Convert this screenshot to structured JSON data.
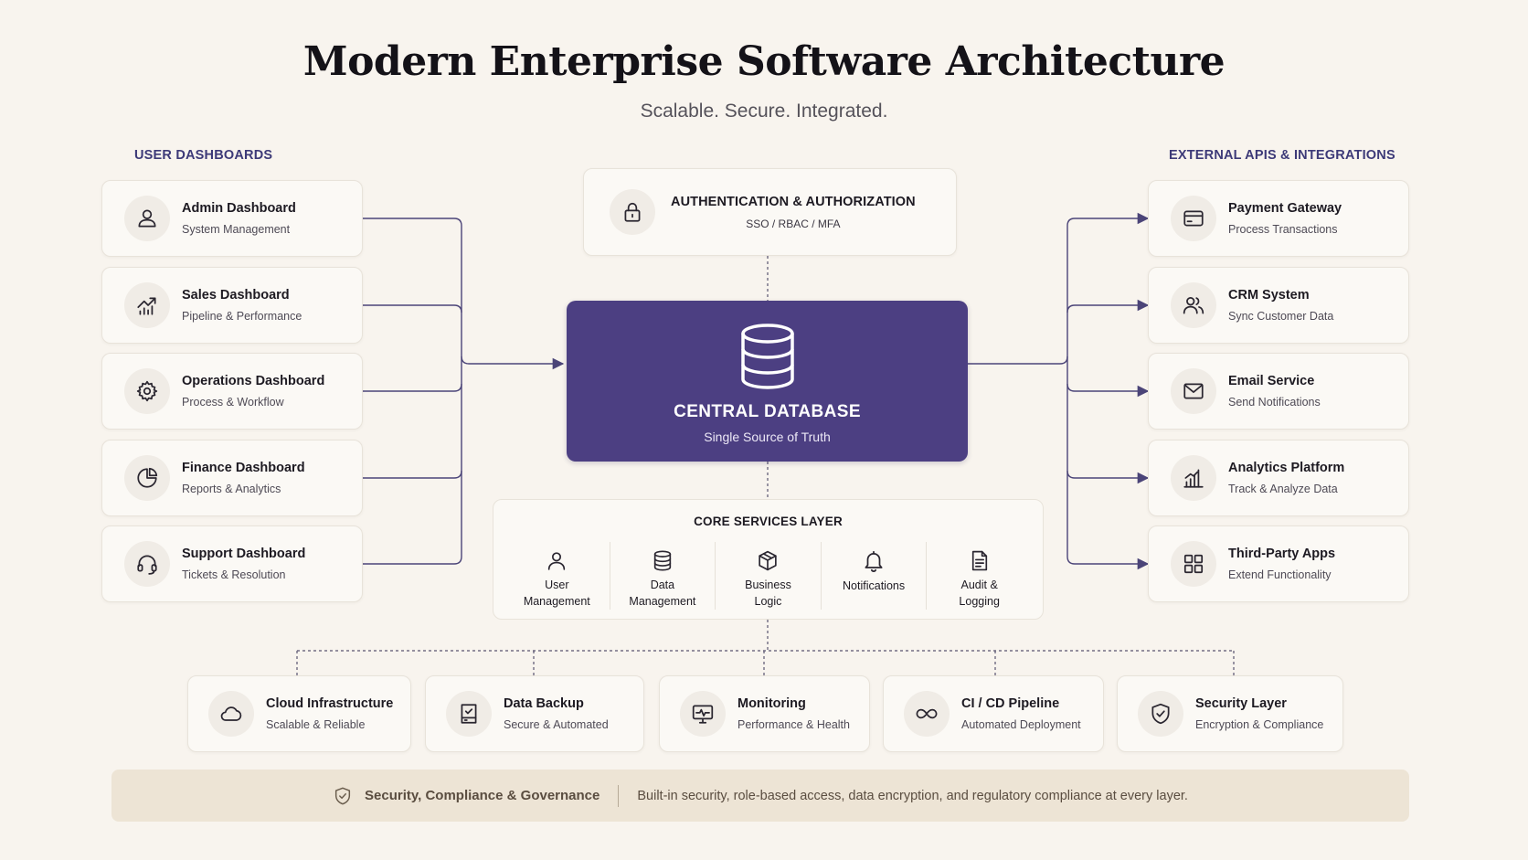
{
  "title": "Modern Enterprise Software Architecture",
  "subtitle": "Scalable. Secure. Integrated.",
  "left_section_label": "USER DASHBOARDS",
  "right_section_label": "EXTERNAL APIS & INTEGRATIONS",
  "dashboards": [
    {
      "title": "Admin Dashboard",
      "subtitle": "System Management",
      "icon": "user-icon"
    },
    {
      "title": "Sales Dashboard",
      "subtitle": "Pipeline & Performance",
      "icon": "trend-chart-icon"
    },
    {
      "title": "Operations Dashboard",
      "subtitle": "Process & Workflow",
      "icon": "gear-icon"
    },
    {
      "title": "Finance Dashboard",
      "subtitle": "Reports & Analytics",
      "icon": "pie-chart-icon"
    },
    {
      "title": "Support Dashboard",
      "subtitle": "Tickets & Resolution",
      "icon": "headset-icon"
    }
  ],
  "integrations": [
    {
      "title": "Payment Gateway",
      "subtitle": "Process Transactions",
      "icon": "credit-card-icon"
    },
    {
      "title": "CRM System",
      "subtitle": "Sync Customer Data",
      "icon": "users-icon"
    },
    {
      "title": "Email Service",
      "subtitle": "Send Notifications",
      "icon": "mail-icon"
    },
    {
      "title": "Analytics Platform",
      "subtitle": "Track & Analyze Data",
      "icon": "bar-chart-icon"
    },
    {
      "title": "Third-Party Apps",
      "subtitle": "Extend Functionality",
      "icon": "grid-icon"
    }
  ],
  "auth": {
    "title": "AUTHENTICATION & AUTHORIZATION",
    "subtitle": "SSO / RBAC / MFA",
    "icon": "lock-icon"
  },
  "central": {
    "title": "CENTRAL DATABASE",
    "subtitle": "Single Source of Truth",
    "icon": "database-icon"
  },
  "core": {
    "title": "CORE SERVICES LAYER",
    "items": [
      {
        "line1": "User",
        "line2": "Management",
        "icon": "user-icon"
      },
      {
        "line1": "Data",
        "line2": "Management",
        "icon": "database-icon"
      },
      {
        "line1": "Business",
        "line2": "Logic",
        "icon": "cube-icon"
      },
      {
        "line1": "Notifications",
        "line2": "",
        "icon": "bell-icon"
      },
      {
        "line1": "Audit &",
        "line2": "Logging",
        "icon": "document-icon"
      }
    ]
  },
  "infrastructure": [
    {
      "title": "Cloud Infrastructure",
      "subtitle": "Scalable & Reliable",
      "icon": "cloud-icon"
    },
    {
      "title": "Data Backup",
      "subtitle": "Secure & Automated",
      "icon": "backup-icon"
    },
    {
      "title": "Monitoring",
      "subtitle": "Performance & Health",
      "icon": "monitor-icon"
    },
    {
      "title": "CI / CD Pipeline",
      "subtitle": "Automated Deployment",
      "icon": "infinity-icon"
    },
    {
      "title": "Security Layer",
      "subtitle": "Encryption & Compliance",
      "icon": "shield-check-icon"
    }
  ],
  "footer": {
    "title": "Security, Compliance & Governance",
    "text": "Built-in security, role-based access, data encryption, and regulatory compliance at every layer.",
    "icon": "shield-check-icon"
  },
  "colors": {
    "accent": "#4c3f82",
    "connector": "#4b4478",
    "background": "#f8f4ee",
    "footer_background": "#ede4d5",
    "section_label": "#3d3a78"
  }
}
